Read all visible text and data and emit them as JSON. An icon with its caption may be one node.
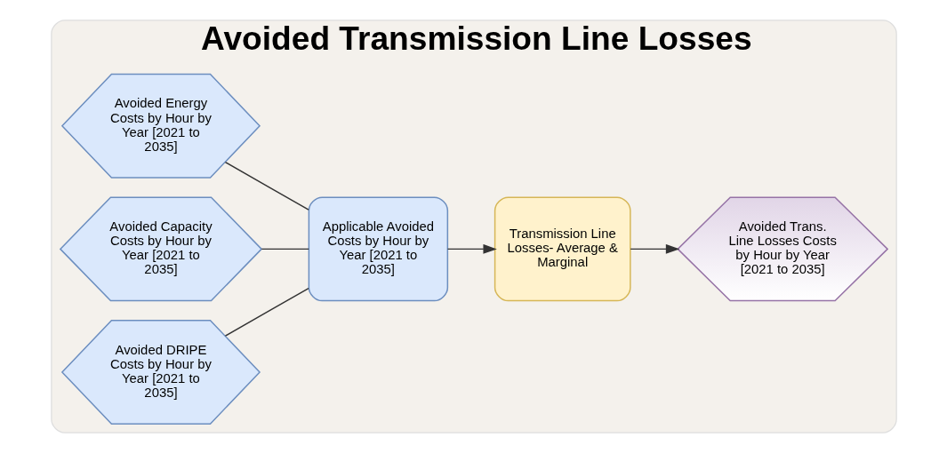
{
  "diagram": {
    "nodes": [
      {
        "text": [
          "Avoided Transmission Line Losses"
        ]
      },
      {
        "text": [
          "Avoided Energy Costs by Hour by Year [2021 to 2035]"
        ],
        "in": 0
      },
      {
        "text": [
          "Avoided Capacity Costs by Hour by Year [2021 to 2035]"
        ],
        "in": 0
      },
      {
        "text": [
          "Avoided DRIPE Costs by Hour by Year [2021 to 2035]"
        ],
        "in": 0
      },
      {
        "text": [
          "Applicable Avoided Costs by Hour by Year [2021 to 2035]"
        ],
        "in": 0
      },
      {
        "text": [
          "Transmission Line Losses- Average & Marginal"
        ],
        "in": 0
      },
      {
        "text": [
          "Avoided Trans. Line Losses Costs by Hour by Year [2021 to 2035]"
        ],
        "in": 0
      }
    ],
    "edges": [
      {
        "from": 1,
        "to": 4,
        "arrow": "none"
      },
      {
        "from": 2,
        "to": 4,
        "arrow": "none"
      },
      {
        "from": 3,
        "to": 4,
        "arrow": "none"
      },
      {
        "from": 4,
        "to": 5,
        "arrow": "to"
      },
      {
        "from": 5,
        "to": 6,
        "arrow": "to"
      }
    ]
  }
}
